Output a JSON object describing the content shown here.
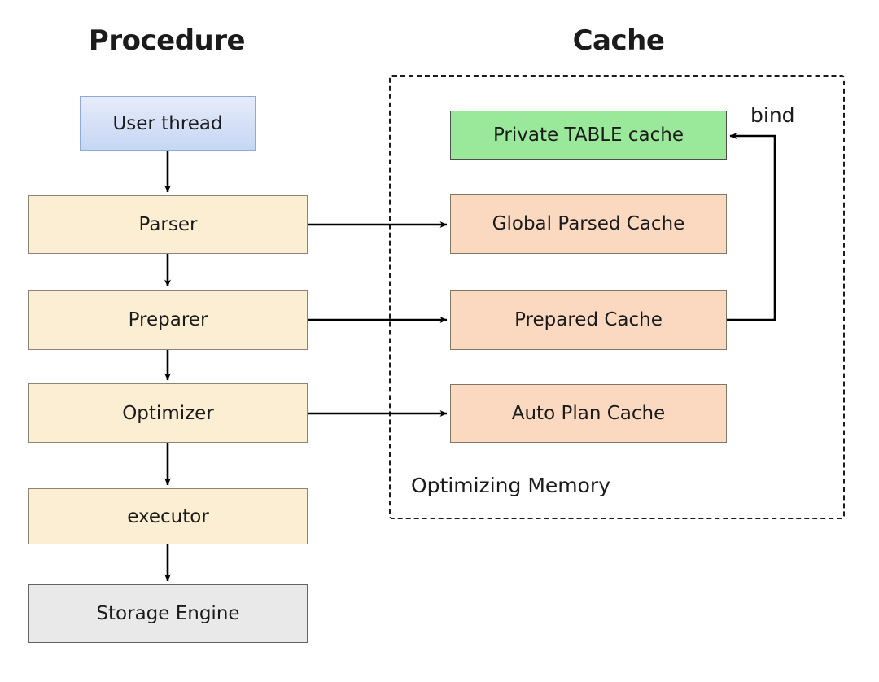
{
  "diagram": {
    "title_left": "Procedure",
    "title_right": "Cache",
    "container_label": "Optimizing Memory",
    "bind_label": "bind"
  },
  "colors": {
    "cream": "#fbeed2",
    "peach": "#fbd9c0",
    "green": "#9ae89a",
    "gray": "#e9e9e9",
    "blue_top": "#e6ecfa",
    "blue_bottom": "#c6d6f3",
    "line": "#000000",
    "text": "#1b1b1b"
  },
  "procedure": {
    "nodes": [
      {
        "id": "user-thread",
        "label": "User thread"
      },
      {
        "id": "parser",
        "label": "Parser"
      },
      {
        "id": "preparer",
        "label": "Preparer"
      },
      {
        "id": "optimizer",
        "label": "Optimizer"
      },
      {
        "id": "executor",
        "label": "executor"
      },
      {
        "id": "storage-engine",
        "label": "Storage Engine"
      }
    ]
  },
  "cache": {
    "nodes": [
      {
        "id": "private-table-cache",
        "label": "Private TABLE cache"
      },
      {
        "id": "global-parsed-cache",
        "label": "Global Parsed Cache"
      },
      {
        "id": "prepared-cache",
        "label": "Prepared Cache"
      },
      {
        "id": "auto-plan-cache",
        "label": "Auto Plan Cache"
      }
    ]
  },
  "edges": [
    {
      "from": "user-thread",
      "to": "parser",
      "label": ""
    },
    {
      "from": "parser",
      "to": "preparer",
      "label": ""
    },
    {
      "from": "preparer",
      "to": "optimizer",
      "label": ""
    },
    {
      "from": "optimizer",
      "to": "executor",
      "label": ""
    },
    {
      "from": "executor",
      "to": "storage-engine",
      "label": ""
    },
    {
      "from": "parser",
      "to": "global-parsed-cache",
      "label": ""
    },
    {
      "from": "preparer",
      "to": "prepared-cache",
      "label": ""
    },
    {
      "from": "optimizer",
      "to": "auto-plan-cache",
      "label": ""
    },
    {
      "from": "prepared-cache",
      "to": "private-table-cache",
      "label": "bind"
    }
  ]
}
